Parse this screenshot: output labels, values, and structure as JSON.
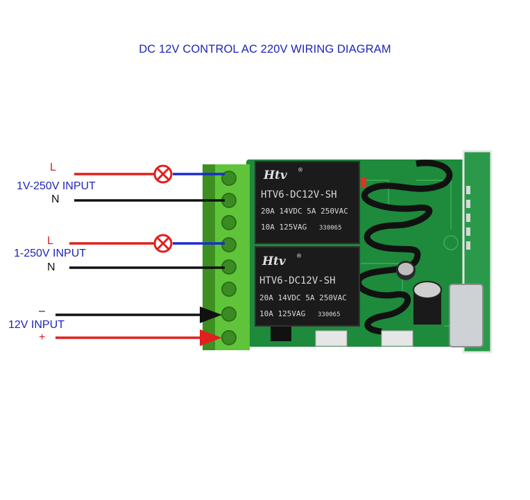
{
  "title": "DC 12V CONTROL AC 220V WIRING DIAGRAM",
  "inputs": [
    {
      "live": "L",
      "label": "1V-250V INPUT",
      "neutral": "N"
    },
    {
      "live": "L",
      "label": "1-250V INPUT",
      "neutral": "N"
    }
  ],
  "power": {
    "minus": "–",
    "label": "12V INPUT",
    "plus": "+"
  },
  "relays": [
    {
      "brand": "Htv",
      "mark": "®",
      "model": "HTV6-DC12V-SH",
      "rating1": "20A 14VDC  5A 250VAC",
      "rating2": "10A 125VAG",
      "code": "330065"
    },
    {
      "brand": "Htv",
      "mark": "®",
      "model": "HTV6-DC12V-SH",
      "rating1": "20A 14VDC  5A 250VAC",
      "rating2": "10A 125VAG",
      "code": "330065"
    }
  ],
  "colors": {
    "title": "#1f24b8",
    "live_wire": "#e0201c",
    "load_wire": "#1a2bd0",
    "neutral_wire": "#111111",
    "pcb": "#1e8a3c",
    "terminal": "#5fc43a",
    "relay": "#1a1a1a"
  },
  "icons": {
    "lamp": "lamp-icon",
    "arrow": "arrow-icon"
  }
}
